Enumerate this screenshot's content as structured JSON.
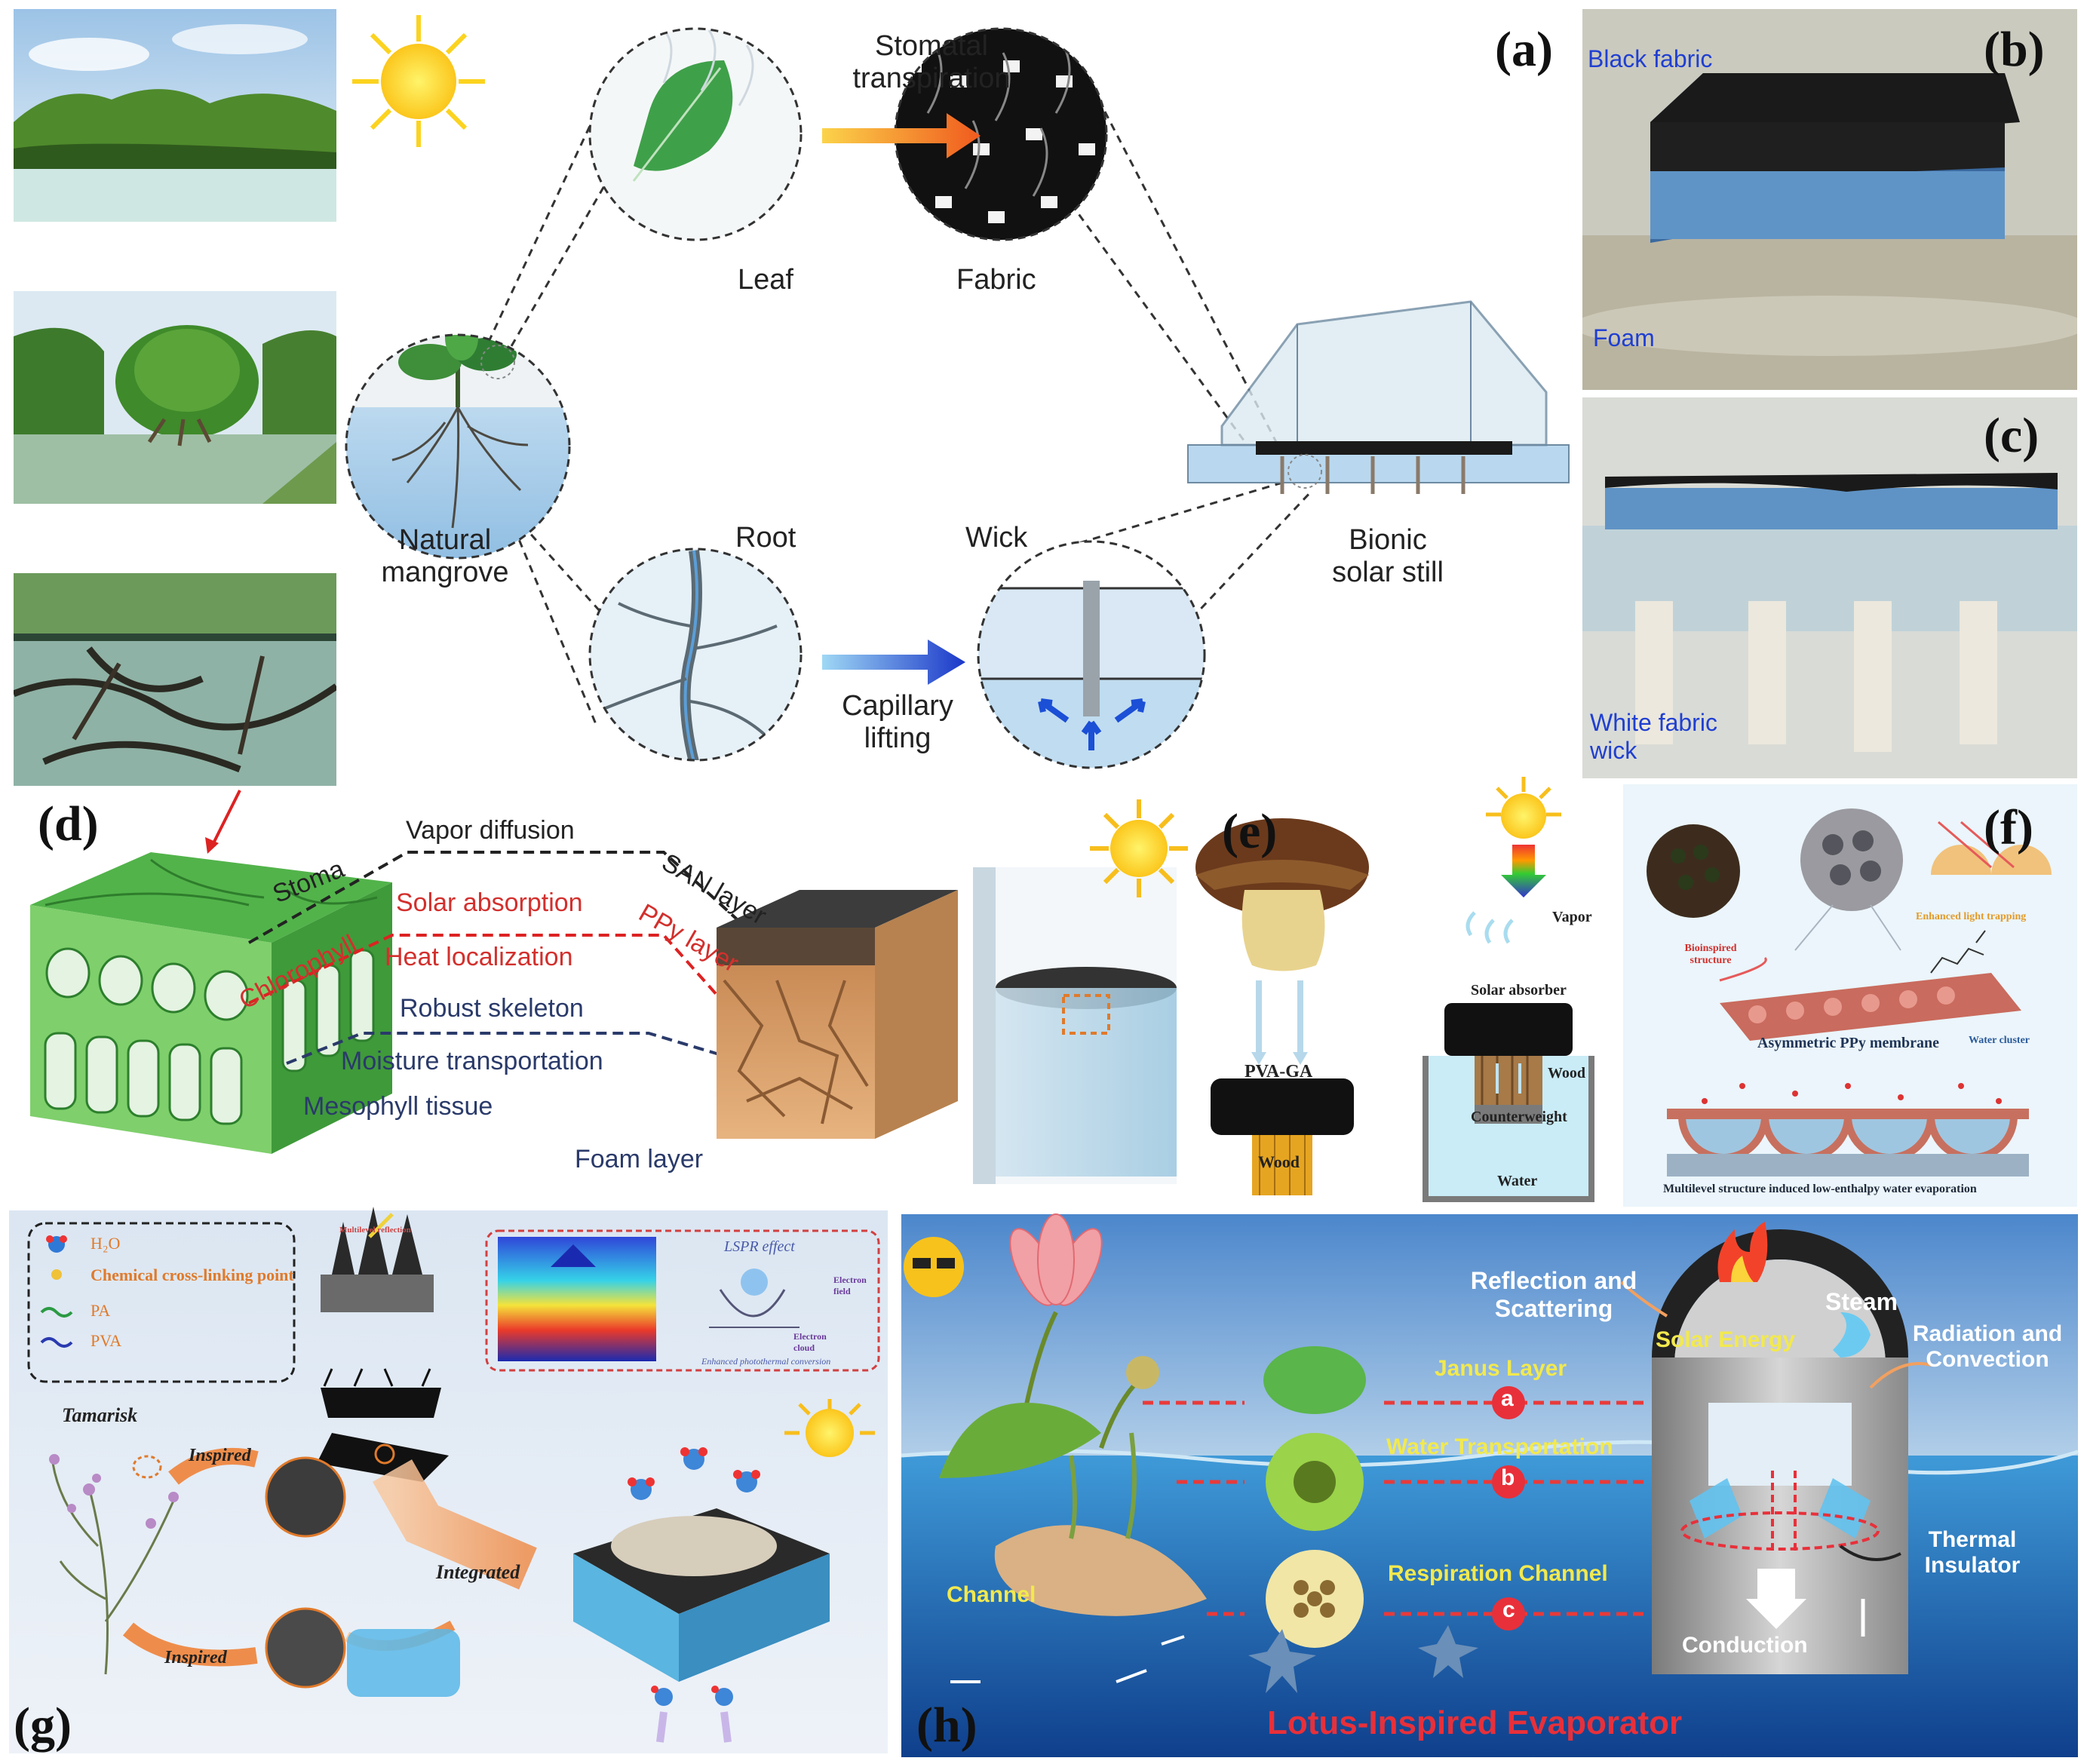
{
  "panel_labels": {
    "a": "(a)",
    "b": "(b)",
    "c": "(c)",
    "d": "(d)",
    "e": "(e)",
    "f": "(f)",
    "g": "(g)",
    "h": "(h)"
  },
  "a": {
    "stomatal": [
      "Stomatal",
      "transpiration"
    ],
    "leaf": "Leaf",
    "fabric": "Fabric",
    "natural": [
      "Natural",
      "mangrove"
    ],
    "root": "Root",
    "wick": "Wick",
    "bionic": [
      "Bionic",
      "solar still"
    ],
    "capillary": [
      "Capillary",
      "lifting"
    ]
  },
  "b": {
    "black_fabric": "Black fabric",
    "foam": "Foam"
  },
  "c": {
    "white_fabric": [
      "White fabric",
      "wick"
    ]
  },
  "d": {
    "vapor": "Vapor diffusion",
    "stoma": "Stoma",
    "chlorophyll": "Chlorophyll",
    "solar": "Solar absorption",
    "heat": "Heat localization",
    "skeleton": "Robust skeleton",
    "moisture": "Moisture transportation",
    "mesophyll": "Mesophyll tissue",
    "san": "SAN layer",
    "ppy": "PPy layer",
    "foam": "Foam layer"
  },
  "e": {
    "pvaga": "PVA-GA",
    "wood1": "Wood",
    "vapor": "Vapor",
    "absorber": "Solar absorber",
    "wood2": "Wood",
    "counter": "Counterweight",
    "water": "Water"
  },
  "f": {
    "bio": [
      "Bioinspired",
      "structure"
    ],
    "trap": "Enhanced light trapping",
    "membrane": "Asymmetric PPy membrane",
    "cluster": "Water cluster",
    "caption": "Multilevel structure induced  low-enthalpy water evaporation"
  },
  "g": {
    "legend": [
      "H₂O",
      "Chemical cross-linking point",
      "PA",
      "PVA"
    ],
    "multi": "Multilevel reflection",
    "lspr": "LSPR effect",
    "efield": [
      "Electron",
      "field"
    ],
    "ecloud": [
      "Electron",
      "cloud"
    ],
    "enhanced": "Enhanced photothermal conversion",
    "tamarisk": "Tamarisk",
    "inspired1": "Inspired",
    "inspired2": "Inspired",
    "integrated": "Integrated"
  },
  "h": {
    "reflection": [
      "Reflection and",
      "Scattering"
    ],
    "solar": "Solar Energy",
    "steam": "Steam",
    "radiation": [
      "Radiation and",
      "Convection"
    ],
    "janus": "Janus Layer",
    "transport": "Water Transportation",
    "respiration": "Respiration Channel",
    "channel": "Channel",
    "thermal": [
      "Thermal",
      "Insulator"
    ],
    "conduction": "Conduction",
    "markers": [
      "a",
      "b",
      "c"
    ],
    "title": "Lotus-Inspired Evaporator"
  }
}
